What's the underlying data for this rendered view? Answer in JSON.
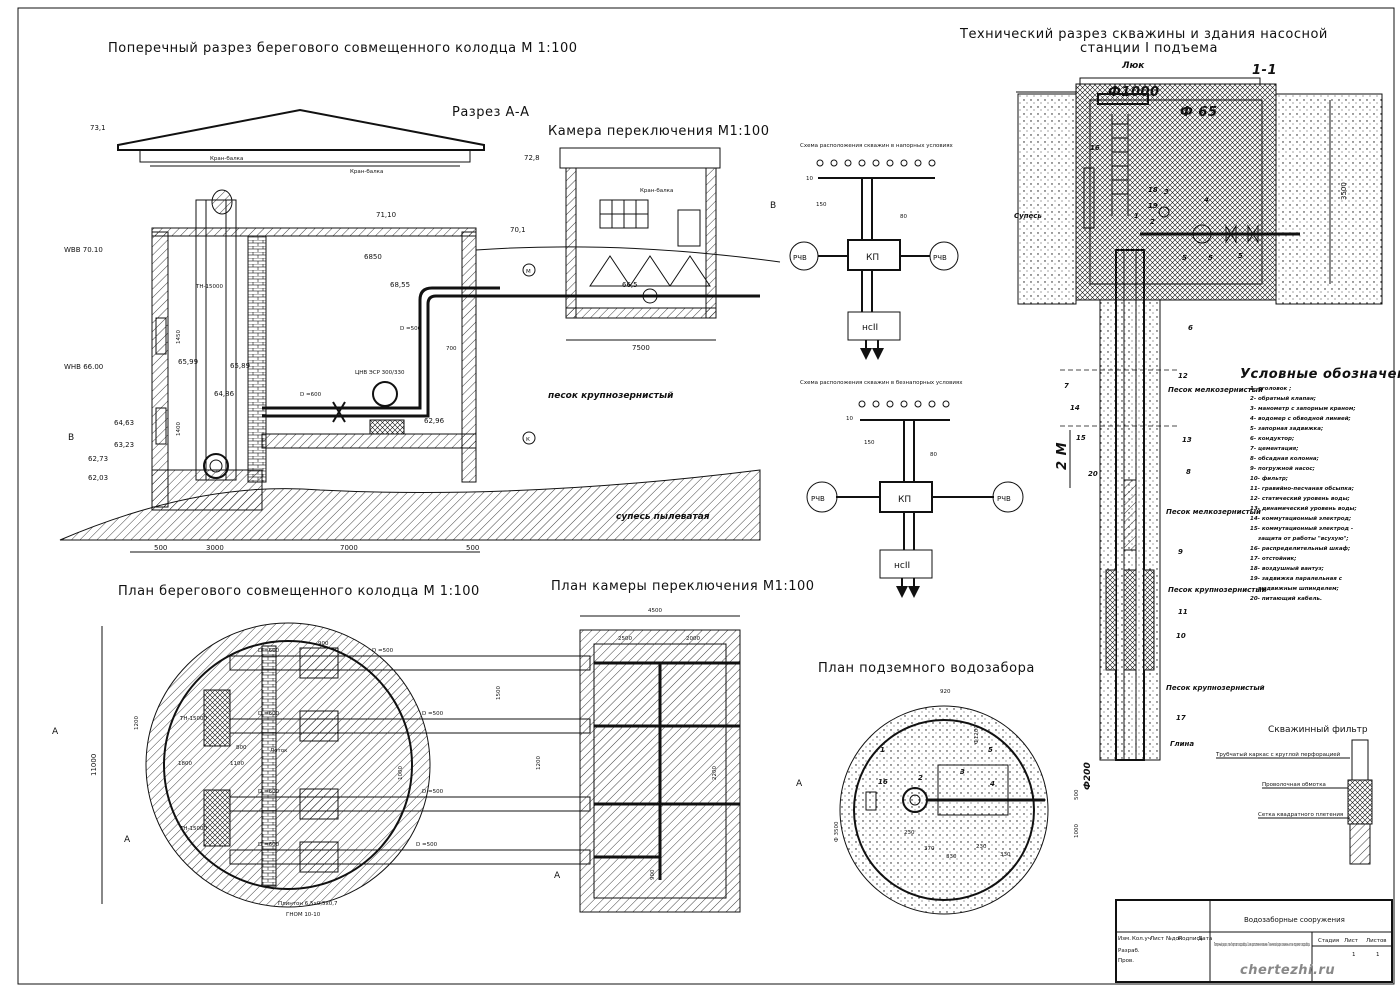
{
  "titles": {
    "section_well": "Поперечный разрез берегового совмещенного колодца М 1:100",
    "section_aa": "Разрез А-А",
    "chamber": "Камера переключения М1:100",
    "borehole_section_1": "Технический разрез скважины и здания насосной",
    "borehole_section_2": "станции I подъема",
    "plan_well": "План берегового совмещенного колодца М 1:100",
    "plan_chamber": "План камеры переключения М1:100",
    "plan_intake": "План подземного водозабора",
    "scheme_pressure": "Схема расположения скважин в напорных условиях",
    "scheme_free": "Схема расположения скважин в безнапорных условиях",
    "well_filter": "Скважинный фильтр"
  },
  "section": {
    "crane_1": "Кран-балка",
    "crane_2": "Кран-балка",
    "crane_3": "Кран-балка",
    "sand_coarse": "песок крупнозернистый",
    "sandy_loam": "супесь пылеватая",
    "pump": "ТН-15000",
    "pump_label": "ЦНВ ЭСР 300/330",
    "pipe_d600": "D =600",
    "pipe_d500": "D =500",
    "marks": {
      "m731": "73,1",
      "m728": "72,8",
      "m711": "71,10",
      "m701": "70,1",
      "wbb": "WBB 70.10",
      "m6855": "68,55",
      "m665": "66,5",
      "m6599": "65,99",
      "m6589": "65,89",
      "wnb": "WHB 66.00",
      "m6486": "64,86",
      "m6463": "64,63",
      "m6323": "63,23",
      "m6296": "62,96",
      "m6273": "62,73",
      "m6203": "62,03"
    },
    "dims": {
      "d500a": "500",
      "d3000": "3000",
      "d7000": "7000",
      "d500b": "500",
      "d6850": "6850",
      "d7500": "7500",
      "d1450": "1450",
      "d1400": "1400",
      "d700": "700"
    },
    "b_label": "В",
    "b_label2": "В",
    "m_label": "М",
    "k_label": "К"
  },
  "schemes": {
    "kp": "КП",
    "rchv": "РЧВ",
    "ns": "нсII",
    "d10": "10",
    "d150": "150",
    "d80": "80"
  },
  "borehole": {
    "hatch": "Люк",
    "phi1000": "Ф1000",
    "phi65": "Ф 65",
    "cut": "1-1",
    "d3500": "3500",
    "soil_supes": "Супесь",
    "soil_fine_1": "Песок мелкозернистый",
    "soil_fine_2": "Песок мелкозернистый",
    "soil_coarse_1": "Песок крупнозернистый",
    "soil_coarse_2": "Песок крупнозернистый",
    "clay": "Глина",
    "two_m": "2 М",
    "callouts": [
      "1",
      "2",
      "3",
      "4",
      "5",
      "5",
      "5",
      "6",
      "7",
      "8",
      "9",
      "10",
      "11",
      "12",
      "13",
      "14",
      "15",
      "16",
      "17",
      "18",
      "19",
      "20"
    ]
  },
  "legend": {
    "title": "Условные обозначения:",
    "items": [
      "1- оголовок ;",
      "2- обратный клапан;",
      "3- манометр с запорным краном;",
      "4- водомер с обводной линией;",
      "5- запорная задвижка;",
      "6- кондуктор;",
      "7- цементация;",
      "8- обсадная колонна;",
      "9- погружной насос;",
      "10- фильтр;",
      "11- гравийно-песчаная обсыпка;",
      "12- статический уровень воды;",
      "13- динамический уровень воды;",
      "14- коммутационный электрод;",
      "15- коммутационный электрод -",
      "защита от работы \"всухую\";",
      "16- распределительный шкаф;",
      "17- отстойник;",
      "18- воздушный вантуз;",
      "19- задвижка паралельная с",
      "выдвижным шпинделем;",
      "20- питающий кабель."
    ]
  },
  "plan": {
    "a1": "А",
    "a2": "А",
    "a3": "А",
    "a4": "А",
    "lotok": "Лоток",
    "pump_ref": "ТН-15000",
    "pipes": [
      "D =600",
      "D =500",
      "D =600",
      "D =500",
      "D =600",
      "D =500",
      "D =600",
      "D =500"
    ],
    "dims": {
      "d4500": "4500",
      "d2500": "2500",
      "d2000": "2000",
      "d1500": "1500",
      "d1200a": "1200",
      "d1200b": "1200",
      "d2200": "2200",
      "d1800": "1800",
      "d1100": "1100",
      "d800": "800",
      "d11000": "11000",
      "d900": "900",
      "d1000": "1000"
    },
    "pontoon": "Плинтон 6,5х0,5х0,7",
    "gnom": "ГНОМ 10-10"
  },
  "intake": {
    "d920": "920",
    "d3500": "Ф 3500",
    "d1200": "Ф1200",
    "d200": "Ф200",
    "d230": "230",
    "d370": "370",
    "d330": "330",
    "d230b": "230",
    "d330b": "330",
    "d1000": "1000",
    "d500": "500",
    "callouts": [
      "1",
      "2",
      "3",
      "4",
      "5",
      "16"
    ]
  },
  "filter": {
    "l1": "Трубчатый каркас с круглой перфорацией",
    "l2": "Проволочная обмотка",
    "l3": "Сетка квадратного плетения"
  },
  "stamp": {
    "title": "Водозаборные сооружения",
    "desc": "Поперечный разрез, план берегового водозабора. Схема расположения скважин. Технический разрез скважины и план подземного водозабора.",
    "cols": [
      "Изм.",
      "Кол.уч",
      "Лист",
      "№док",
      "Подпись",
      "Дата"
    ],
    "rows": [
      "Разраб.",
      "Пров."
    ],
    "stage": "Стадия",
    "sheet": "Лист",
    "sheets": "Листов",
    "v1": "1",
    "v2": "1",
    "watermark": "chertezhi.ru"
  }
}
